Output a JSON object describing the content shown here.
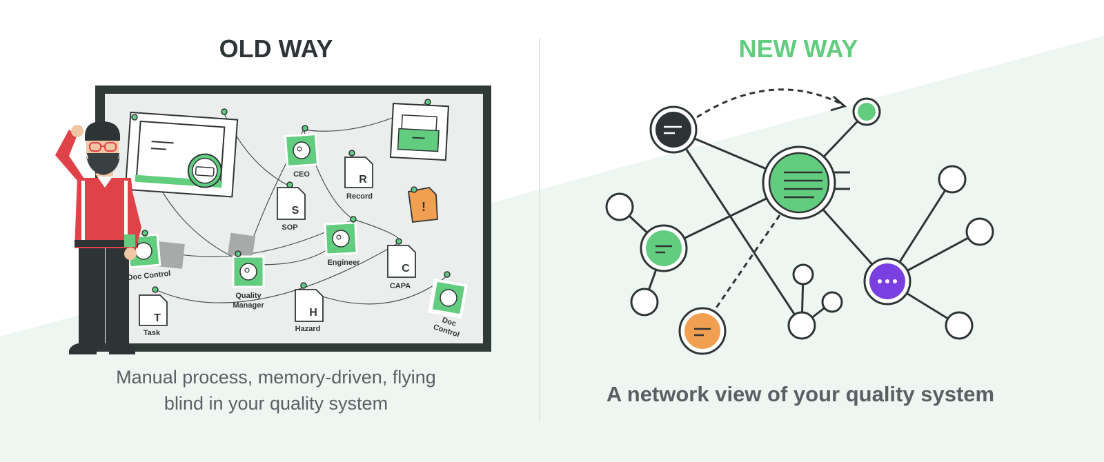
{
  "old_way": {
    "heading": "OLD WAY",
    "caption_line1": "Manual process, memory-driven, flying",
    "caption_line2": "blind in your quality system",
    "board_labels": {
      "ceo": "CEO",
      "record": "Record",
      "sop": "SOP",
      "engineer": "Engineer",
      "quality_manager_line1": "Quality",
      "quality_manager_line2": "Manager",
      "capa": "CAPA",
      "doc_control_left": "Doc Control",
      "task": "Task",
      "hazard": "Hazard",
      "doc_control_right_line1": "Doc",
      "doc_control_right_line2": "Control"
    },
    "doc_letters": {
      "record": "R",
      "sop": "S",
      "capa": "C",
      "task": "T",
      "hazard": "H",
      "alert": "!"
    }
  },
  "new_way": {
    "heading": "NEW WAY",
    "caption": "A network view of your quality system"
  },
  "colors": {
    "heading_old": "#2e3436",
    "heading_new": "#62cd7f",
    "caption": "#5a5f63",
    "green": "#62cd7f",
    "dark": "#2e3436",
    "orange": "#f0a050",
    "purple": "#7a3fe0",
    "board_frame": "#2f3a36",
    "background_tint": "#eef6f2"
  }
}
